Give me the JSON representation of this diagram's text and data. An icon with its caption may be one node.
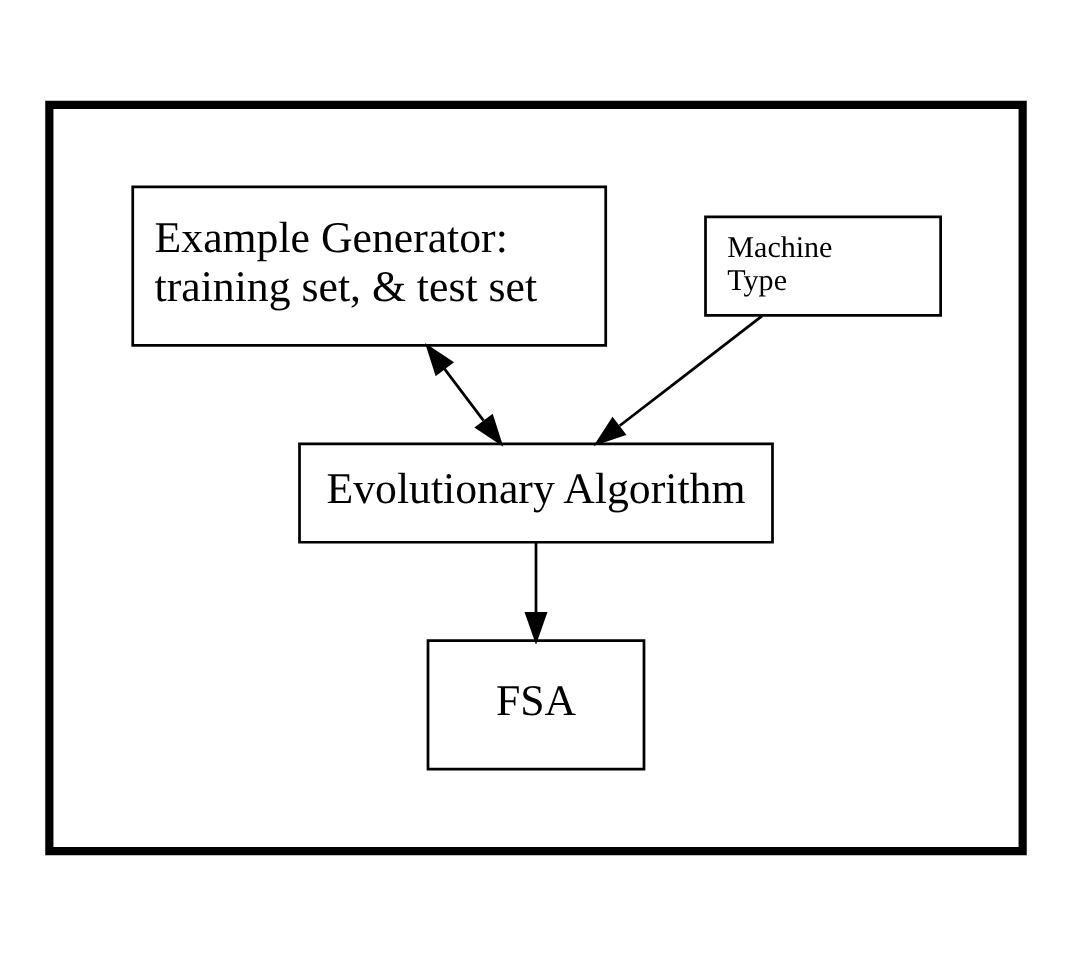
{
  "diagram": {
    "nodes": [
      {
        "text": [],
        "shape": "box"
      },
      {
        "text": [
          "Example Generator: training set, & test set"
        ],
        "in": 0
      },
      {
        "text": [
          "Machine Type"
        ],
        "in": 0
      },
      {
        "text": [
          "Evolutionary Algorithm"
        ],
        "in": 0
      },
      {
        "text": [
          "FSA"
        ],
        "in": 0
      }
    ],
    "edges": [
      {
        "from": 1,
        "to": 3,
        "arrow": "both"
      },
      {
        "from": 2,
        "to": 3,
        "arrow": "to"
      },
      {
        "from": 3,
        "to": 4,
        "arrow": "to"
      }
    ]
  }
}
